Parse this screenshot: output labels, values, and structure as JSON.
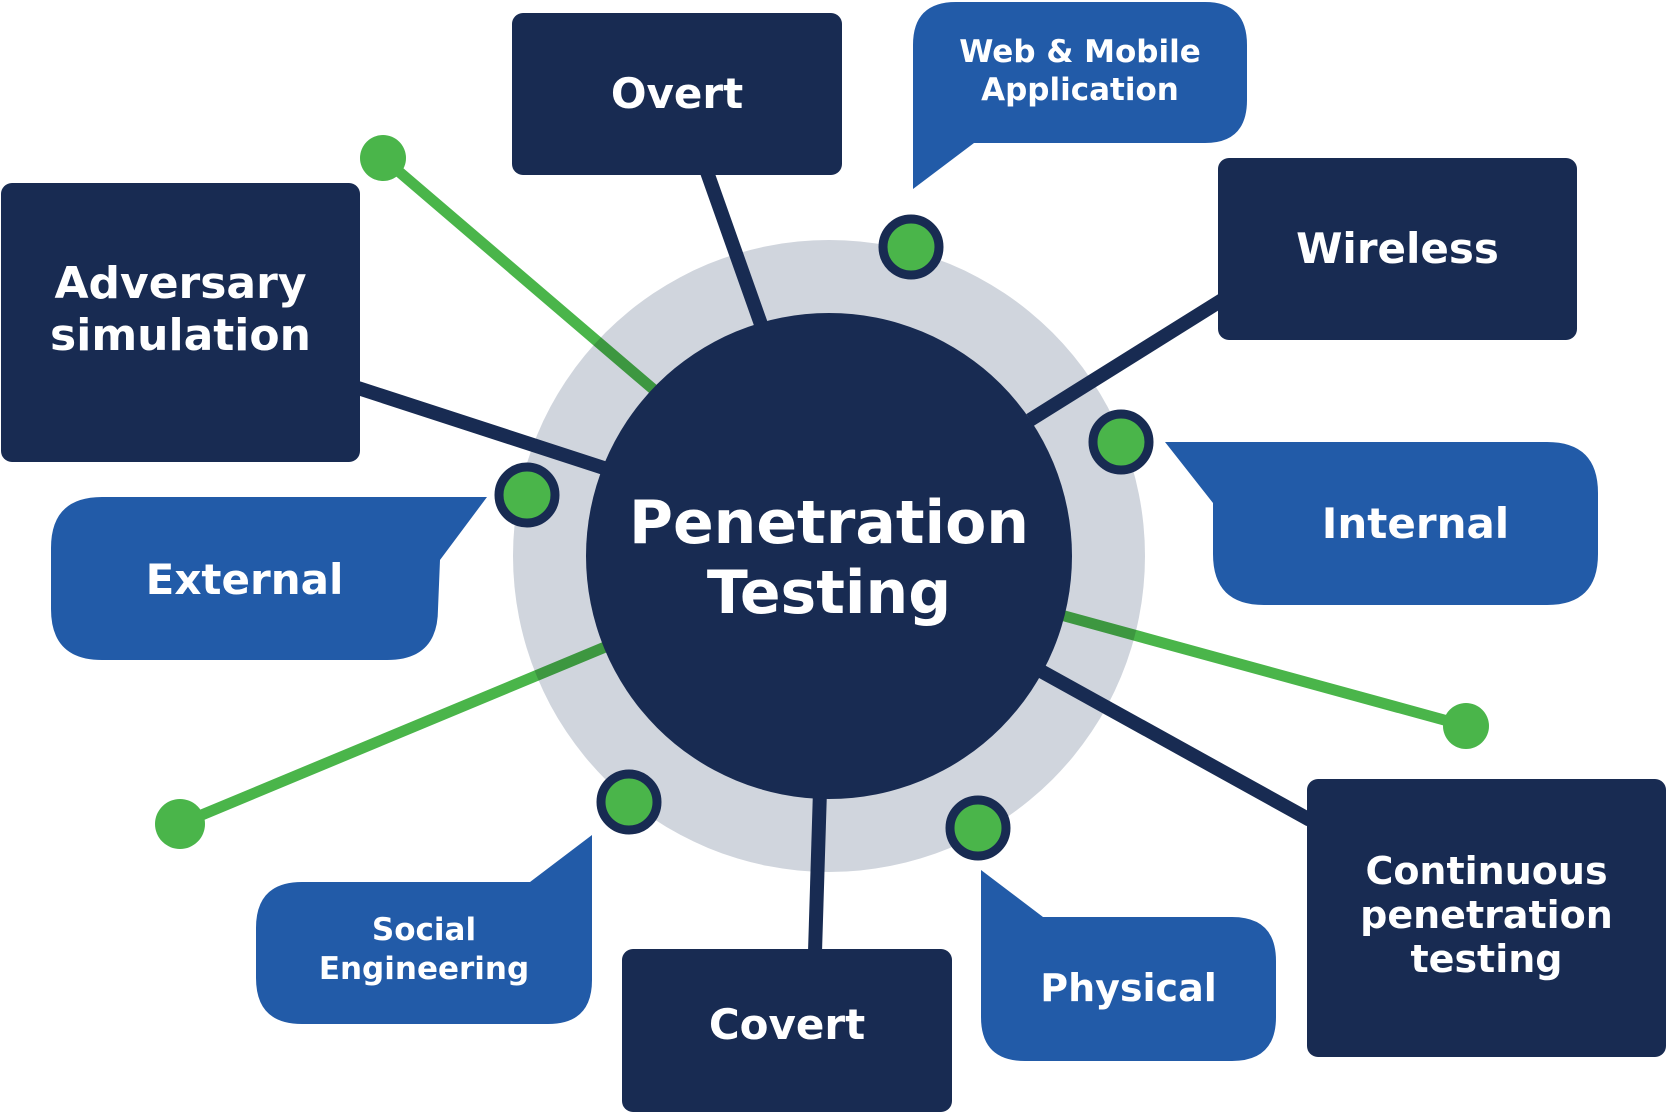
{
  "colors": {
    "dark_navy": "#182b52",
    "bubble_blue": "#225ba8",
    "green": "#4ab54a",
    "ring_grey": "#d0d5dd",
    "text": "#ffffff",
    "background": "#ffffff"
  },
  "center": {
    "title_line1": "Penetration",
    "title_line2": "Testing"
  },
  "boxes": [
    {
      "id": "overt",
      "label": "Overt"
    },
    {
      "id": "wireless",
      "label": "Wireless"
    },
    {
      "id": "adversary",
      "label_line1": "Adversary",
      "label_line2": "simulation"
    },
    {
      "id": "continuous",
      "label_line1": "Continuous",
      "label_line2": "penetration",
      "label_line3": "testing"
    },
    {
      "id": "covert",
      "label": "Covert"
    }
  ],
  "bubbles": [
    {
      "id": "web-mobile",
      "label_line1": "Web & Mobile",
      "label_line2": "Application"
    },
    {
      "id": "internal",
      "label": "Internal"
    },
    {
      "id": "external",
      "label": "External"
    },
    {
      "id": "social",
      "label_line1": "Social",
      "label_line2": "Engineering"
    },
    {
      "id": "physical",
      "label": "Physical"
    }
  ]
}
